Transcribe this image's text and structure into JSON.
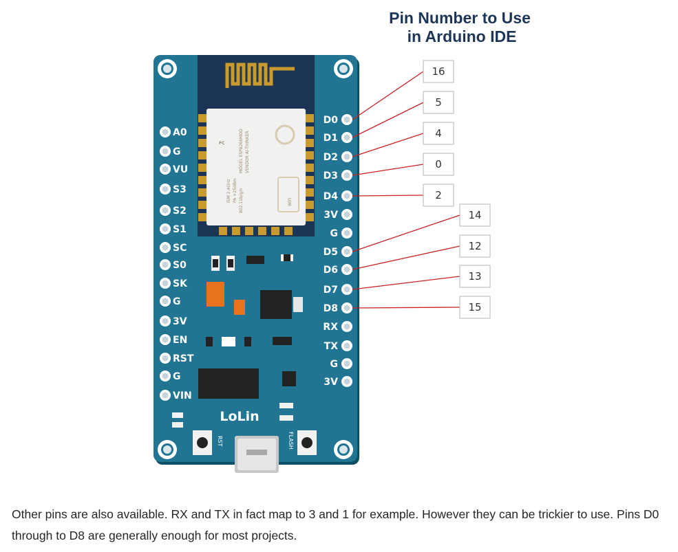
{
  "title": {
    "line1": "Pin Number to Use",
    "line2": "in Arduino IDE"
  },
  "board": {
    "brand": "LoLin",
    "rst_button_label": "RST",
    "flash_button_label": "FLASH",
    "left_pins": [
      "A0",
      "G",
      "VU",
      "S3",
      "S2",
      "S1",
      "SC",
      "S0",
      "SK",
      "G",
      "3V",
      "EN",
      "RST",
      "G",
      "VIN"
    ],
    "right_pins": [
      "D0",
      "D1",
      "D2",
      "D3",
      "D4",
      "3V",
      "G",
      "D5",
      "D6",
      "D7",
      "D8",
      "RX",
      "TX",
      "G",
      "3V"
    ],
    "module_text": [
      "MODEL ESP8266MOD",
      "VENDOR AI-THINKER",
      "ISM 2.4GHz",
      "PA +25dBm",
      "802.11b/g/n"
    ],
    "fc_mark": "FC",
    "wifi_mark": "WiFi"
  },
  "mappings": [
    {
      "pin": "D0",
      "number": "16"
    },
    {
      "pin": "D1",
      "number": "5"
    },
    {
      "pin": "D2",
      "number": "4"
    },
    {
      "pin": "D3",
      "number": "0"
    },
    {
      "pin": "D4",
      "number": "2"
    },
    {
      "pin": "D5",
      "number": "14"
    },
    {
      "pin": "D6",
      "number": "12"
    },
    {
      "pin": "D7",
      "number": "13"
    },
    {
      "pin": "D8",
      "number": "15"
    }
  ],
  "caption": "Other pins are also available.  RX and TX in fact map to 3 and 1 for example.  However they can be trickier to use. Pins D0 through to D8 are generally enough for most projects.",
  "colors": {
    "board": "#217592",
    "line": "#cc2020",
    "module": "#1d3554",
    "title": "#1d3557",
    "pad": "#c99a2e",
    "orange": "#e8731e"
  }
}
